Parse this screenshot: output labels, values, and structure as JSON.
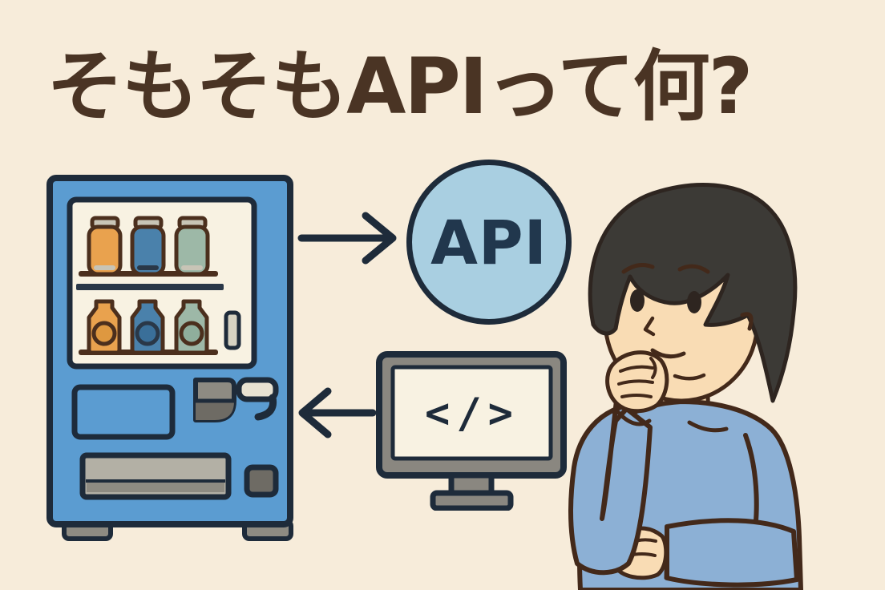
{
  "title": {
    "text": "そもそもAPIって何?"
  },
  "api_node": {
    "label": "API"
  },
  "client_monitor": {
    "code_glyph": "</>"
  },
  "arrows": {
    "request": "vending-machine to API (points right)",
    "response": "code monitor from API side (points left)"
  },
  "colors": {
    "background": "#f7ecda",
    "title_text": "#4a3424",
    "outline_navy": "#1e2b3a",
    "machine_blue": "#5b9cd1",
    "window_cream": "#f8f2e2",
    "bottle_orange": "#e9a24e",
    "bottle_blue": "#4a81ab",
    "bottle_sage": "#9db8a7",
    "bottle_outline_brown": "#4b2f1d",
    "gray_light": "#c8c4b6",
    "gray_mid": "#8e8b82",
    "gray_dark": "#6e6b64",
    "api_circle_fill": "#a9cfe1",
    "api_text": "#21374d",
    "skin": "#f9dcb4",
    "hair": "#3c3a36",
    "shirt_blue": "#8cb0d5",
    "person_outline": "#43291a"
  }
}
